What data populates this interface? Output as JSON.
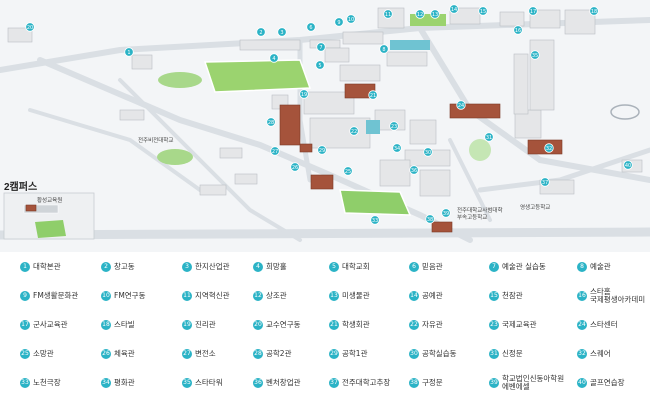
{
  "map": {
    "campus2_label": "2캠퍼스",
    "place_labels": {
      "jeonju_vision": "전주비전대학교",
      "hwangseong": "황성교육원",
      "attached_school": "전주대학교사범대학\n부속고등학교",
      "yeongsaeng": "영생고등학교"
    },
    "markers": [
      "20",
      "1",
      "2",
      "3",
      "4",
      "5",
      "6",
      "7",
      "8",
      "9",
      "10",
      "11",
      "12",
      "13",
      "14",
      "15",
      "16",
      "17",
      "18",
      "19",
      "21",
      "22",
      "23",
      "24",
      "25",
      "26",
      "27",
      "28",
      "29",
      "30",
      "31",
      "32",
      "33",
      "34",
      "35",
      "36",
      "37",
      "38",
      "39",
      "40"
    ]
  },
  "legend": {
    "items": [
      {
        "num": "1",
        "label": "대학본관"
      },
      {
        "num": "2",
        "label": "창고동"
      },
      {
        "num": "3",
        "label": "한지산업관"
      },
      {
        "num": "4",
        "label": "희망홀"
      },
      {
        "num": "5",
        "label": "대학교회"
      },
      {
        "num": "6",
        "label": "믿음관"
      },
      {
        "num": "7",
        "label": "예술관 실습동"
      },
      {
        "num": "8",
        "label": "예술관"
      },
      {
        "num": "9",
        "label": "FM생활문화관"
      },
      {
        "num": "10",
        "label": "FM연구동"
      },
      {
        "num": "11",
        "label": "지역혁신관"
      },
      {
        "num": "12",
        "label": "상조관"
      },
      {
        "num": "13",
        "label": "미생물관"
      },
      {
        "num": "14",
        "label": "공예관"
      },
      {
        "num": "15",
        "label": "천잠관"
      },
      {
        "num": "16",
        "label": "스타홈\n국제평생아카데미"
      },
      {
        "num": "17",
        "label": "군사교육관"
      },
      {
        "num": "18",
        "label": "스타빌"
      },
      {
        "num": "19",
        "label": "진리관"
      },
      {
        "num": "20",
        "label": "교수연구동"
      },
      {
        "num": "21",
        "label": "학생회관"
      },
      {
        "num": "22",
        "label": "자유관"
      },
      {
        "num": "23",
        "label": "국제교육관"
      },
      {
        "num": "24",
        "label": "스타센터"
      },
      {
        "num": "25",
        "label": "소망관"
      },
      {
        "num": "26",
        "label": "체육관"
      },
      {
        "num": "27",
        "label": "변전소"
      },
      {
        "num": "28",
        "label": "공학2관"
      },
      {
        "num": "29",
        "label": "공학1관"
      },
      {
        "num": "30",
        "label": "공학실습동"
      },
      {
        "num": "31",
        "label": "신정문"
      },
      {
        "num": "32",
        "label": "스퀘어"
      },
      {
        "num": "33",
        "label": "노천극장"
      },
      {
        "num": "34",
        "label": "평화관"
      },
      {
        "num": "35",
        "label": "스타타워"
      },
      {
        "num": "36",
        "label": "벤처창업관"
      },
      {
        "num": "37",
        "label": "전주대학고추장"
      },
      {
        "num": "38",
        "label": "구정문"
      },
      {
        "num": "39",
        "label": "학교법인신동아학원\n에벤에셀"
      },
      {
        "num": "40",
        "label": "골프연습장"
      }
    ]
  },
  "colors": {
    "accent": "#2bb3c6",
    "road": "#d9dde2",
    "ground": "#f1f3f5",
    "field": "#8fce6a",
    "building": "#e6e6e6",
    "brick": "#a5533b"
  }
}
